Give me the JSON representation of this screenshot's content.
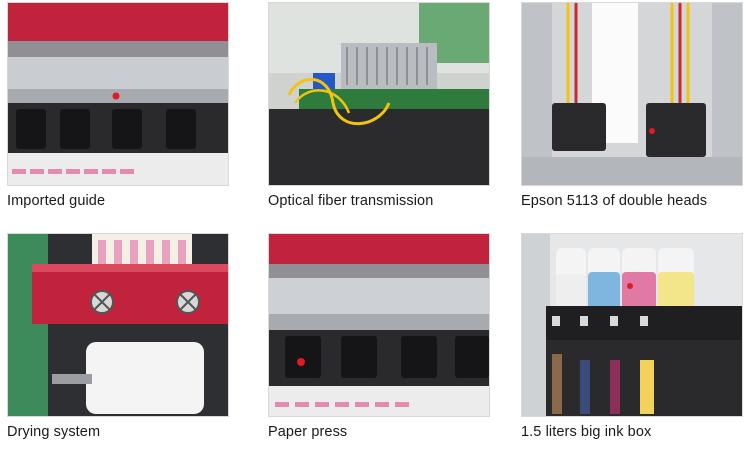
{
  "items": [
    {
      "caption": "Imported guide"
    },
    {
      "caption": "Optical fiber transmission"
    },
    {
      "caption": "Epson 5113 of double heads"
    },
    {
      "caption": "Drying system"
    },
    {
      "caption": "Paper press"
    },
    {
      "caption": "1.5 liters big ink box"
    }
  ],
  "colors": {
    "printer_red": "#c0233b",
    "metal": "#b9bcc0",
    "ink_cyan": "#7fb6e0",
    "ink_magenta": "#e07aa5",
    "ink_yellow": "#f2e58a",
    "cable_yellow": "#f2c40f"
  }
}
